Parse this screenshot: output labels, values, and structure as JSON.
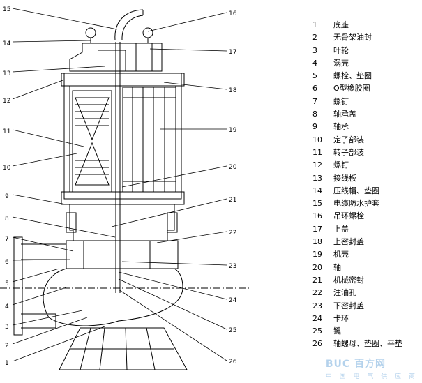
{
  "callout_numbers": [
    "1",
    "2",
    "3",
    "4",
    "5",
    "6",
    "7",
    "8",
    "9",
    "10",
    "11",
    "12",
    "13",
    "14",
    "15",
    "16",
    "17",
    "18",
    "19",
    "20",
    "21",
    "22",
    "23",
    "24",
    "25",
    "26"
  ],
  "legend": [
    {
      "num": "1",
      "name": "底座"
    },
    {
      "num": "2",
      "name": "无骨架油封"
    },
    {
      "num": "3",
      "name": "叶轮"
    },
    {
      "num": "4",
      "name": "涡壳"
    },
    {
      "num": "5",
      "name": "螺栓、垫圈"
    },
    {
      "num": "6",
      "name": "O型橡胶圈"
    },
    {
      "num": "7",
      "name": "螺钉"
    },
    {
      "num": "8",
      "name": "轴承盖"
    },
    {
      "num": "9",
      "name": "轴承"
    },
    {
      "num": "10",
      "name": "定子部装"
    },
    {
      "num": "11",
      "name": "转子部装"
    },
    {
      "num": "12",
      "name": "螺钉"
    },
    {
      "num": "13",
      "name": "接线板"
    },
    {
      "num": "14",
      "name": "压线帽、垫圈"
    },
    {
      "num": "15",
      "name": "电缆防水护套"
    },
    {
      "num": "16",
      "name": "吊环螺栓"
    },
    {
      "num": "17",
      "name": "上盖"
    },
    {
      "num": "18",
      "name": "上密封盖"
    },
    {
      "num": "19",
      "name": "机壳"
    },
    {
      "num": "20",
      "name": "轴"
    },
    {
      "num": "21",
      "name": "机械密封"
    },
    {
      "num": "22",
      "name": "注油孔"
    },
    {
      "num": "23",
      "name": "下密封盖"
    },
    {
      "num": "24",
      "name": "卡环"
    },
    {
      "num": "25",
      "name": "键"
    },
    {
      "num": "26",
      "name": "轴螺母、垫圈、平垫"
    }
  ],
  "watermark": {
    "brand": "BUC 百方网",
    "sub": "中 国 电 气 供 应 商"
  }
}
